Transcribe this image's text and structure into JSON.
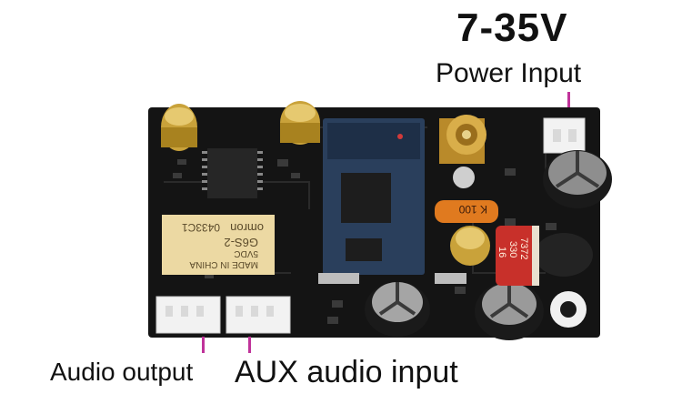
{
  "labels": {
    "voltage": "7-35V",
    "power_input": "Power Input",
    "audio_output": "Audio output",
    "aux_audio_input": "AUX audio input"
  },
  "silkscreen": {
    "relay_maker": "MADE IN CHINA",
    "relay_voltage": "5VDC",
    "relay_model": "G6S-2",
    "relay_brand": "omron",
    "relay_code": "0433C1",
    "resistor": "K 100",
    "cap_top": "7372",
    "cap_mid": "330",
    "cap_bot": "16"
  },
  "colors": {
    "board": "#141414",
    "pin_marker": "#c0339a",
    "gold": "#c9a23a",
    "relay": "#ecd9a3",
    "module": "#2a3f5c",
    "connector": "#f2f2f2",
    "resistor": "#e07a1f",
    "red_cap": "#c8302a"
  }
}
